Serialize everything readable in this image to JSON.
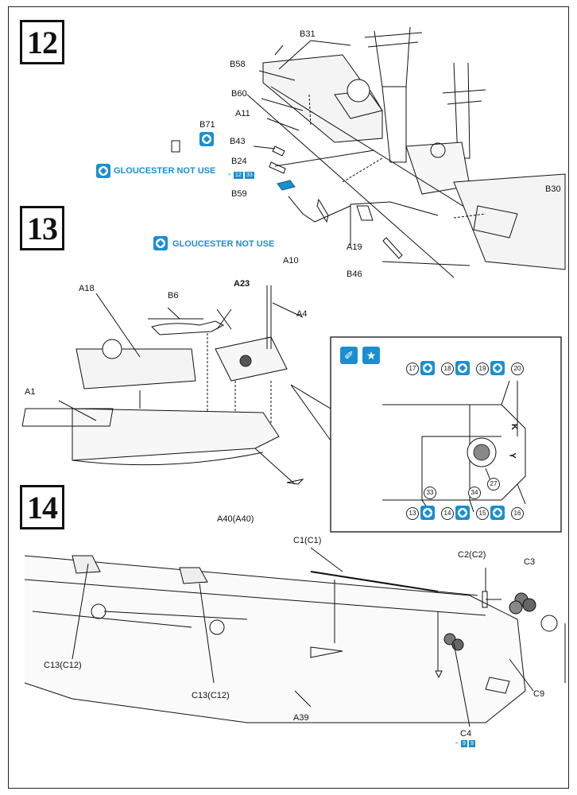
{
  "steps": {
    "s12": "12",
    "s13": "13",
    "s14": "14"
  },
  "step12": {
    "labels": {
      "b31": "B31",
      "b58": "B58",
      "b60": "B60",
      "a11": "A11",
      "b71": "B71",
      "b43": "B43",
      "b24": "B24",
      "b59": "B59",
      "b30": "B30",
      "a19": "A19",
      "a10": "A10",
      "b46": "B46"
    },
    "notice1": "GLOUCESTER NOT USE",
    "notice2": "GLOUCESTER NOT USE",
    "ref_badge": {
      "prefix": "»",
      "n1": "12",
      "n2": "33"
    }
  },
  "step13": {
    "labels": {
      "a18": "A18",
      "b6": "B6",
      "a23": "A23",
      "a4": "A4",
      "a1": "A1",
      "a40": "A40(A40)"
    },
    "inset": {
      "top_nums": [
        "17",
        "18",
        "19",
        "20"
      ],
      "bottom_nums": [
        "13",
        "14",
        "15",
        "16"
      ],
      "part_nums": {
        "n33": "33",
        "n34": "34",
        "n27": "27"
      },
      "letters": {
        "k": "K",
        "y": "Y"
      }
    }
  },
  "step14": {
    "labels": {
      "c1": "C1(C1)",
      "c2": "C2(C2)",
      "c3": "C3",
      "c13a": "C13(C12)",
      "c13b": "C13(C12)",
      "a39": "A39",
      "c4": "C4",
      "c9": "C9"
    },
    "ref_badge": {
      "prefix": "»",
      "n1": "9",
      "n2": "9"
    }
  },
  "colors": {
    "accent": "#1a8fd0",
    "line": "#111111"
  }
}
